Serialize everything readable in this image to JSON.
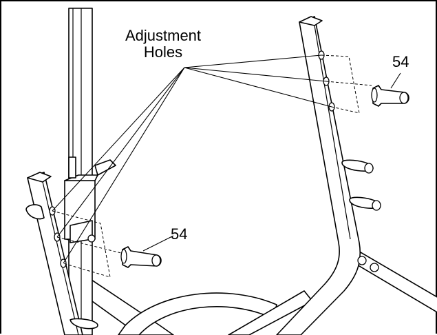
{
  "callouts": {
    "adjustment_holes": "Adjustment\nHoles",
    "part_number_upper": "54",
    "part_number_lower": "54"
  }
}
